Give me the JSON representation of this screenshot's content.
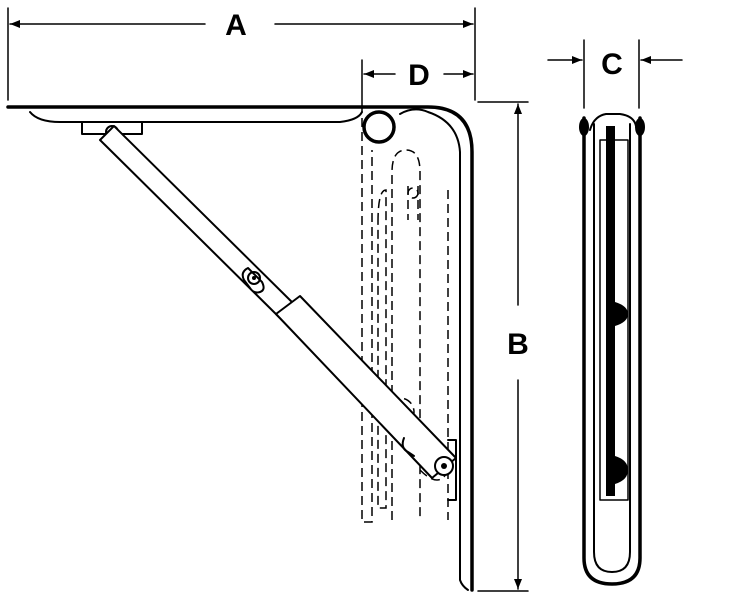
{
  "diagram": {
    "dimension_labels": {
      "a": "A",
      "b": "B",
      "c": "C",
      "d": "D"
    },
    "colors": {
      "line": "#000000",
      "background": "#ffffff"
    }
  }
}
